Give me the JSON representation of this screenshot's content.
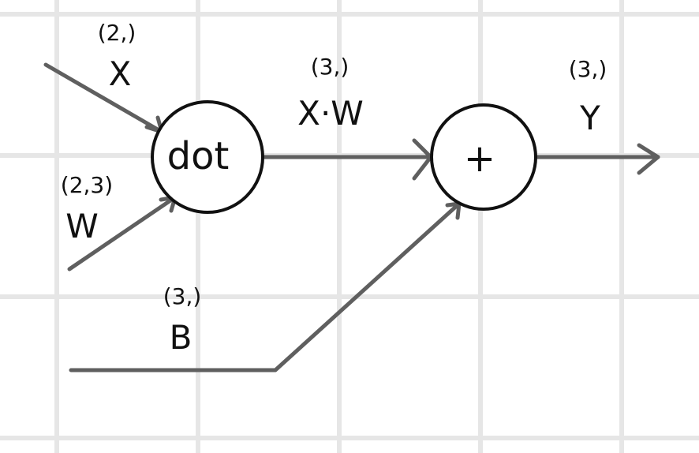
{
  "nodes": {
    "dot": {
      "label": "dot"
    },
    "plus": {
      "label": "+"
    }
  },
  "labels": {
    "x_shape": "(2,)",
    "x_name": "X",
    "w_shape": "(2,3)",
    "w_name": "W",
    "b_shape": "(3,)",
    "b_name": "B",
    "xw_shape": "(3,)",
    "xw_name": "X·W",
    "y_shape": "(3,)",
    "y_name": "Y"
  },
  "colors": {
    "grid": "#e6e6e6",
    "edge": "#5f5f5f",
    "ink": "#111111",
    "background": "#ffffff"
  }
}
